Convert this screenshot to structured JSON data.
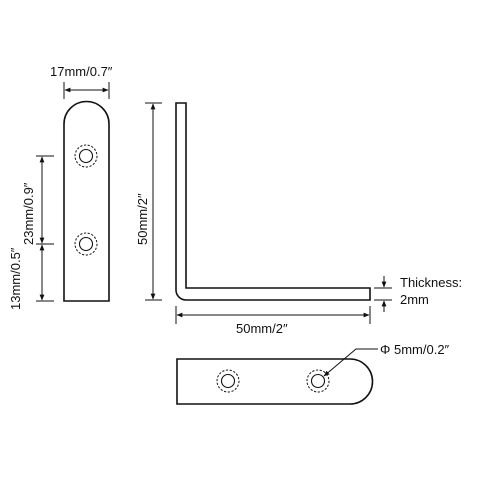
{
  "labels": {
    "top_width": "17mm/0.7″",
    "hole_spacing": "23mm/0.9″",
    "bottom_offset": "13mm/0.5″",
    "height": "50mm/2″",
    "length": "50mm/2″",
    "thickness_title": "Thickness:",
    "thickness_value": "2mm",
    "hole_diameter": "Φ 5mm/0.2″"
  },
  "colors": {
    "line": "#111111",
    "background": "#ffffff"
  }
}
